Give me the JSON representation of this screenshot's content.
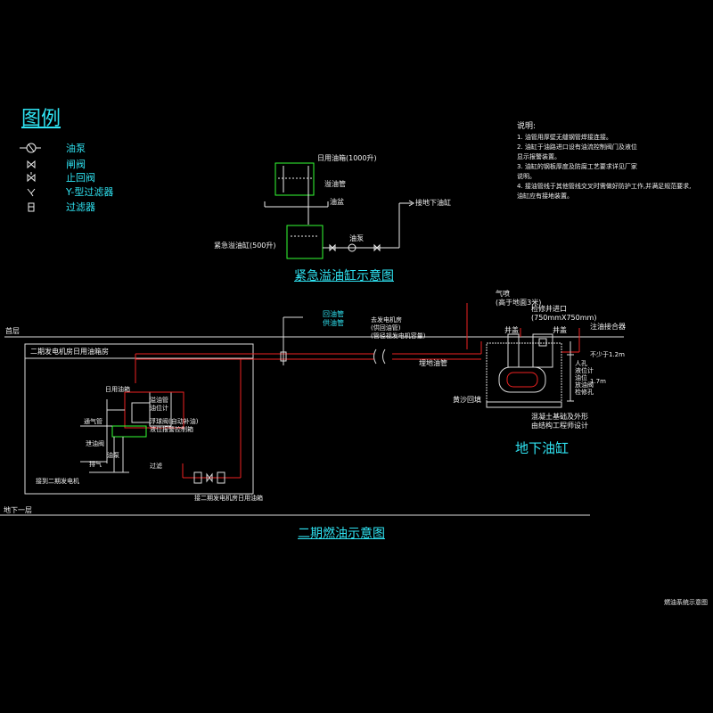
{
  "legend": {
    "title": "图例",
    "items": [
      {
        "icon": "pump-icon",
        "label": "油泵"
      },
      {
        "icon": "gate-valve-icon",
        "label": "闸阀"
      },
      {
        "icon": "check-valve-icon",
        "label": "止回阀"
      },
      {
        "icon": "y-strainer-icon",
        "label": "Y-型过滤器"
      },
      {
        "icon": "filter-icon",
        "label": "过滤器"
      }
    ]
  },
  "overflow_diagram": {
    "caption": "紧急溢油缸示意图",
    "day_tank": "日用油箱(1000升)",
    "overflow_pipe": "溢油管",
    "drip_tray": "油盆",
    "emergency_tank": "紧急溢油缸(500升)",
    "pump": "油泵",
    "to_underground": "接地下油缸"
  },
  "notes": {
    "title": "说明:",
    "items": [
      "1. 油管用厚壁无缝钢管焊接连接。",
      "2. 油缸于油路进口设有油流控制阀门及液位",
      "   显示报警装置。",
      "3. 油缸的钢板厚度及防腐工艺要求详见厂家",
      "   说明。",
      "4. 接油管线于其他管线交叉时需做好防护工作,并满足规范要求,",
      "   油缸应有接地装置。"
    ]
  },
  "main_diagram": {
    "caption": "二期燃油示意图",
    "level_first": "首层",
    "level_basement": "地下一层",
    "room_label": "二期发电机房日用油箱房",
    "bottom_note": "接二期发电机房日用油箱",
    "supply_return": [
      "回油管",
      "供油管"
    ],
    "labels_mid": [
      "去发电机房",
      "(供回油管)",
      "(管径视发电机容量)"
    ],
    "vent": [
      "气喷",
      "(高于地面3米)"
    ],
    "manhole": [
      "检修井进口",
      "(750mmX750mm)"
    ],
    "well_left": "井盖",
    "well_right": "井盖",
    "level_controller": "注油接合器",
    "not_less": "不少于1.2m",
    "depth": "1.7m",
    "buried": "埋地油管",
    "sand": "黄沙回填",
    "concrete": [
      "混凝土基础及外形",
      "由结构工程师设计"
    ],
    "tank_title": "地下油缸",
    "left_labels": {
      "tank_lbl": "日用油箱",
      "overflow": "溢油管",
      "level_gauge": "油位计",
      "vent_pipe": "通气管",
      "drain": "泄油阀",
      "to_gen": "接到二期发电机",
      "float": "浮球阀(自动补油)",
      "alarm": "液位报警控制箱",
      "x1": "排气",
      "x2": "油泵",
      "x3": "过滤"
    },
    "right_labels": [
      "人孔",
      "液位计",
      "油位",
      "放油阀",
      "检修孔"
    ]
  },
  "drawing_title": "燃油系统示意图"
}
